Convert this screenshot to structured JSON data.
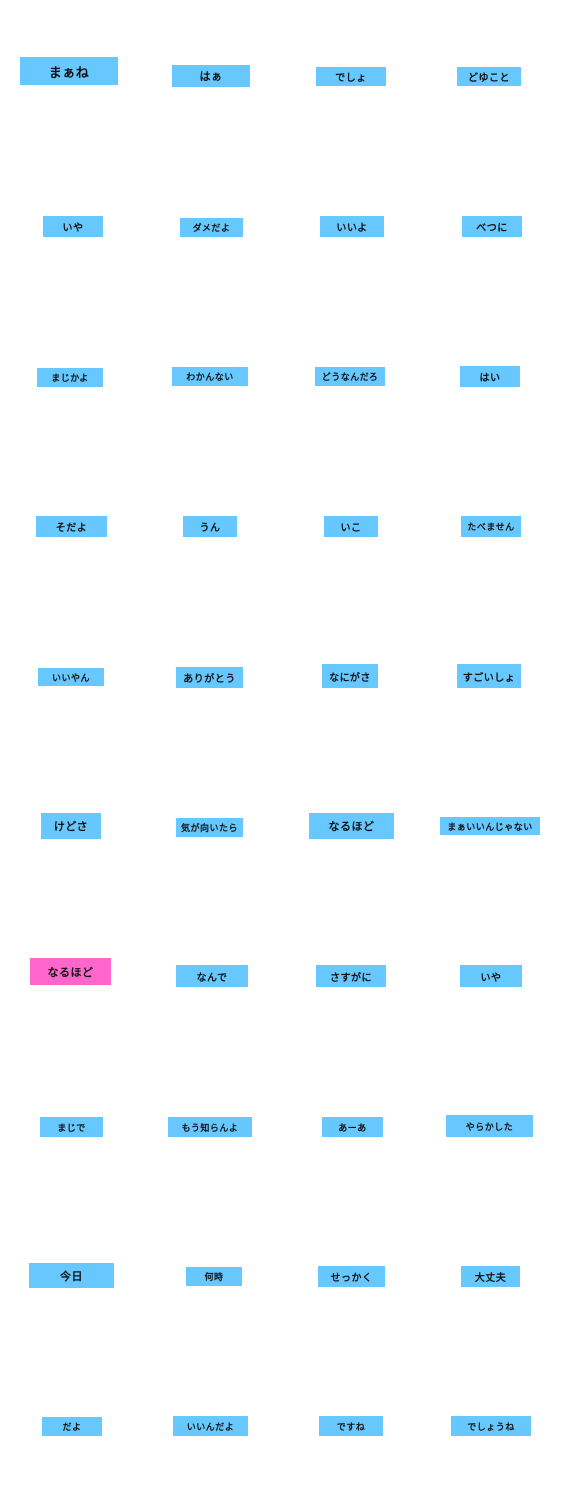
{
  "stickers": [
    {
      "label": "まぁね",
      "color": "#66c8ff"
    },
    {
      "label": "はぁ",
      "color": "#66c8ff"
    },
    {
      "label": "でしょ",
      "color": "#66c8ff"
    },
    {
      "label": "どゆこと",
      "color": "#66c8ff"
    },
    {
      "label": "いや",
      "color": "#66c8ff"
    },
    {
      "label": "ダメだよ",
      "color": "#66c8ff"
    },
    {
      "label": "いいよ",
      "color": "#66c8ff"
    },
    {
      "label": "べつに",
      "color": "#66c8ff"
    },
    {
      "label": "まじかよ",
      "color": "#66c8ff"
    },
    {
      "label": "わかんない",
      "color": "#66c8ff"
    },
    {
      "label": "どうなんだろ",
      "color": "#66c8ff"
    },
    {
      "label": "はい",
      "color": "#66c8ff"
    },
    {
      "label": "そだよ",
      "color": "#66c8ff"
    },
    {
      "label": "うん",
      "color": "#66c8ff"
    },
    {
      "label": "いこ",
      "color": "#66c8ff"
    },
    {
      "label": "たべません",
      "color": "#66c8ff"
    },
    {
      "label": "いいやん",
      "color": "#66c8ff"
    },
    {
      "label": "ありがとう",
      "color": "#66c8ff"
    },
    {
      "label": "なにがさ",
      "color": "#66c8ff"
    },
    {
      "label": "すごいしょ",
      "color": "#66c8ff"
    },
    {
      "label": "けどさ",
      "color": "#66c8ff"
    },
    {
      "label": "気が向いたら",
      "color": "#66c8ff"
    },
    {
      "label": "なるほど",
      "color": "#66c8ff"
    },
    {
      "label": "まぁいいんじゃない",
      "color": "#66c8ff"
    },
    {
      "label": "なるほど",
      "color": "#ff66cc"
    },
    {
      "label": "なんで",
      "color": "#66c8ff"
    },
    {
      "label": "さすがに",
      "color": "#66c8ff"
    },
    {
      "label": "いや",
      "color": "#66c8ff"
    },
    {
      "label": "まじで",
      "color": "#66c8ff"
    },
    {
      "label": "もう知らんよ",
      "color": "#66c8ff"
    },
    {
      "label": "あーあ",
      "color": "#66c8ff"
    },
    {
      "label": "やらかした",
      "color": "#66c8ff"
    },
    {
      "label": "今日",
      "color": "#66c8ff"
    },
    {
      "label": "何時",
      "color": "#66c8ff"
    },
    {
      "label": "せっかく",
      "color": "#66c8ff"
    },
    {
      "label": "大丈夫",
      "color": "#66c8ff"
    },
    {
      "label": "だよ",
      "color": "#66c8ff"
    },
    {
      "label": "いいんだよ",
      "color": "#66c8ff"
    },
    {
      "label": "ですね",
      "color": "#66c8ff"
    },
    {
      "label": "でしょうね",
      "color": "#66c8ff"
    }
  ]
}
